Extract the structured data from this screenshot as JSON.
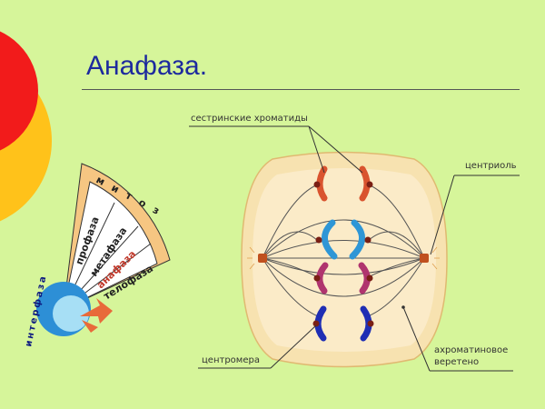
{
  "slide": {
    "title": "Анафаза."
  },
  "cycle": {
    "mitosis_label": "митоз",
    "interphase_label": "интерфаза",
    "phases": [
      "профаза",
      "метафаза",
      "анафаза",
      "телофаза"
    ],
    "highlight_color": "#c0392b"
  },
  "diagram": {
    "labels": {
      "sister_chromatids": "сестринские хроматиды",
      "centriole": "центриоль",
      "centromere": "центромера",
      "spindle_line1": "ахроматиновое",
      "spindle_line2": "веретено"
    }
  },
  "colors": {
    "background": "#d6f59a",
    "title": "#1d2a9e",
    "cell": "#f7e2b0",
    "chromatid_red": "#d9532f",
    "chromatid_blue": "#2e96d6",
    "chromatid_purple": "#b0346e",
    "chromatid_darkblue": "#1f2eb4"
  }
}
